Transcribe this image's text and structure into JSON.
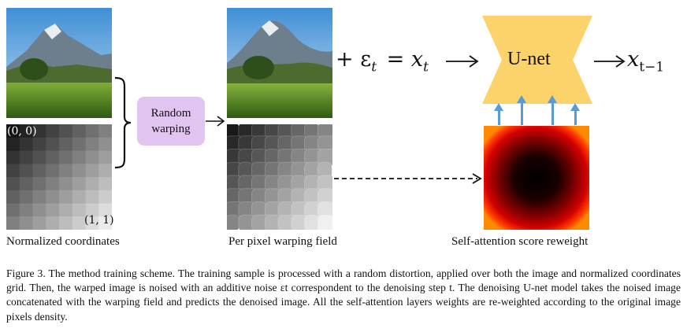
{
  "figure": {
    "random_warping_label": "Random\nwarping",
    "unet_label": "U-net",
    "coord_top_left": "(0, 0)",
    "coord_bottom_right": "(1, 1)",
    "equation_noise": "+ ε",
    "equation_noise_sub": "t",
    "equation_eq": "= x",
    "equation_xt_sub": "t",
    "output_x": "x",
    "output_sub": "t−1",
    "label_left": "Normalized coordinates",
    "label_mid": "Per pixel warping field",
    "label_right": "Self-attention score reweight",
    "colors": {
      "warp_box": "#e2c4f0",
      "unet": "#fcd26a",
      "arrows": "#5b9bd5"
    }
  },
  "caption": {
    "text": "Figure 3. The method training scheme. The training sample is processed with a random distortion, applied over both the image and normalized coordinates grid. Then, the warped image is noised with an additive noise εt correspondent to the denoising step t. The denoising U-net model takes the noised image concatenated with the warping field and predicts the denoised image. All the self-attention layers weights are re-weighted according to the original image pixels density."
  }
}
